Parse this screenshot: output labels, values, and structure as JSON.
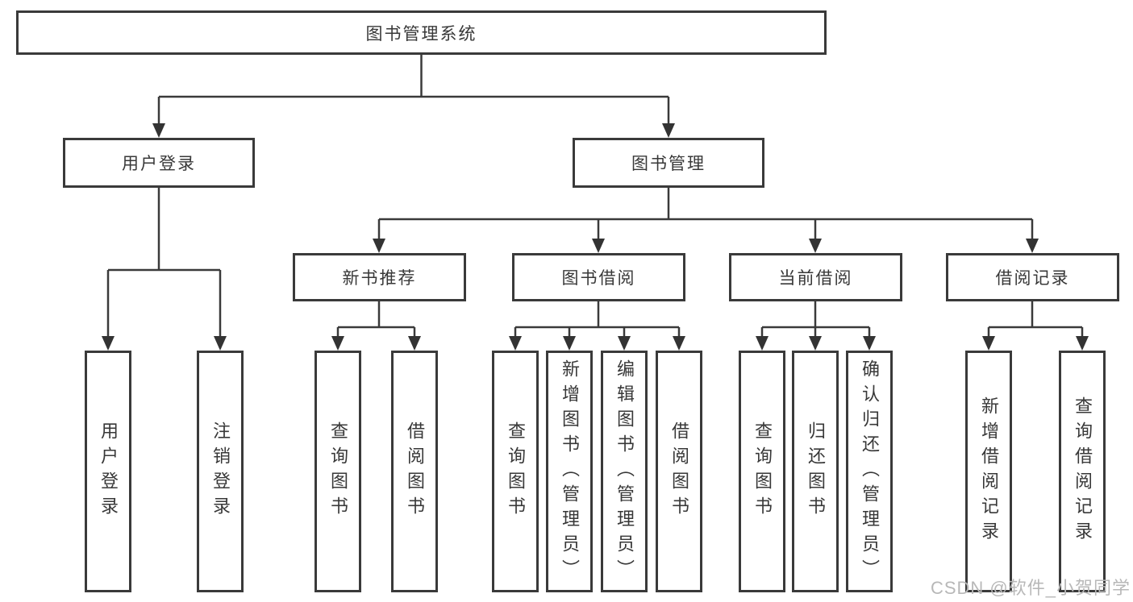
{
  "tree": {
    "root": "图书管理系统",
    "level2": [
      {
        "label": "用户登录",
        "children": [
          "用户登录",
          "注销登录"
        ]
      },
      {
        "label": "图书管理"
      }
    ],
    "level3": [
      {
        "label": "新书推荐",
        "children": [
          "查询图书",
          "借阅图书"
        ]
      },
      {
        "label": "图书借阅",
        "children": [
          "查询图书",
          "新增图书（管理员）",
          "编辑图书（管理员）",
          "借阅图书"
        ]
      },
      {
        "label": "当前借阅",
        "children": [
          "查询图书",
          "归还图书",
          "确认归还（管理员）"
        ]
      },
      {
        "label": "借阅记录",
        "children": [
          "新增借阅记录",
          "查询借阅记录"
        ]
      }
    ]
  },
  "watermark": "CSDN @软件_小贺同学",
  "colors": {
    "line": "#3a3a3a",
    "text": "#383838",
    "watermark": "#b8b8b8",
    "background": "#ffffff"
  }
}
